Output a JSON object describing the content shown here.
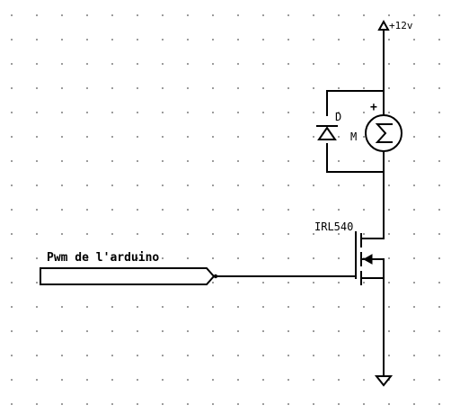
{
  "schematic": {
    "supply_label": "+12v",
    "diode_label": "D",
    "motor_label": "M",
    "motor_polarity": "+",
    "mosfet_label": "IRL540",
    "input_port_label": "Pwm de l'arduino"
  }
}
